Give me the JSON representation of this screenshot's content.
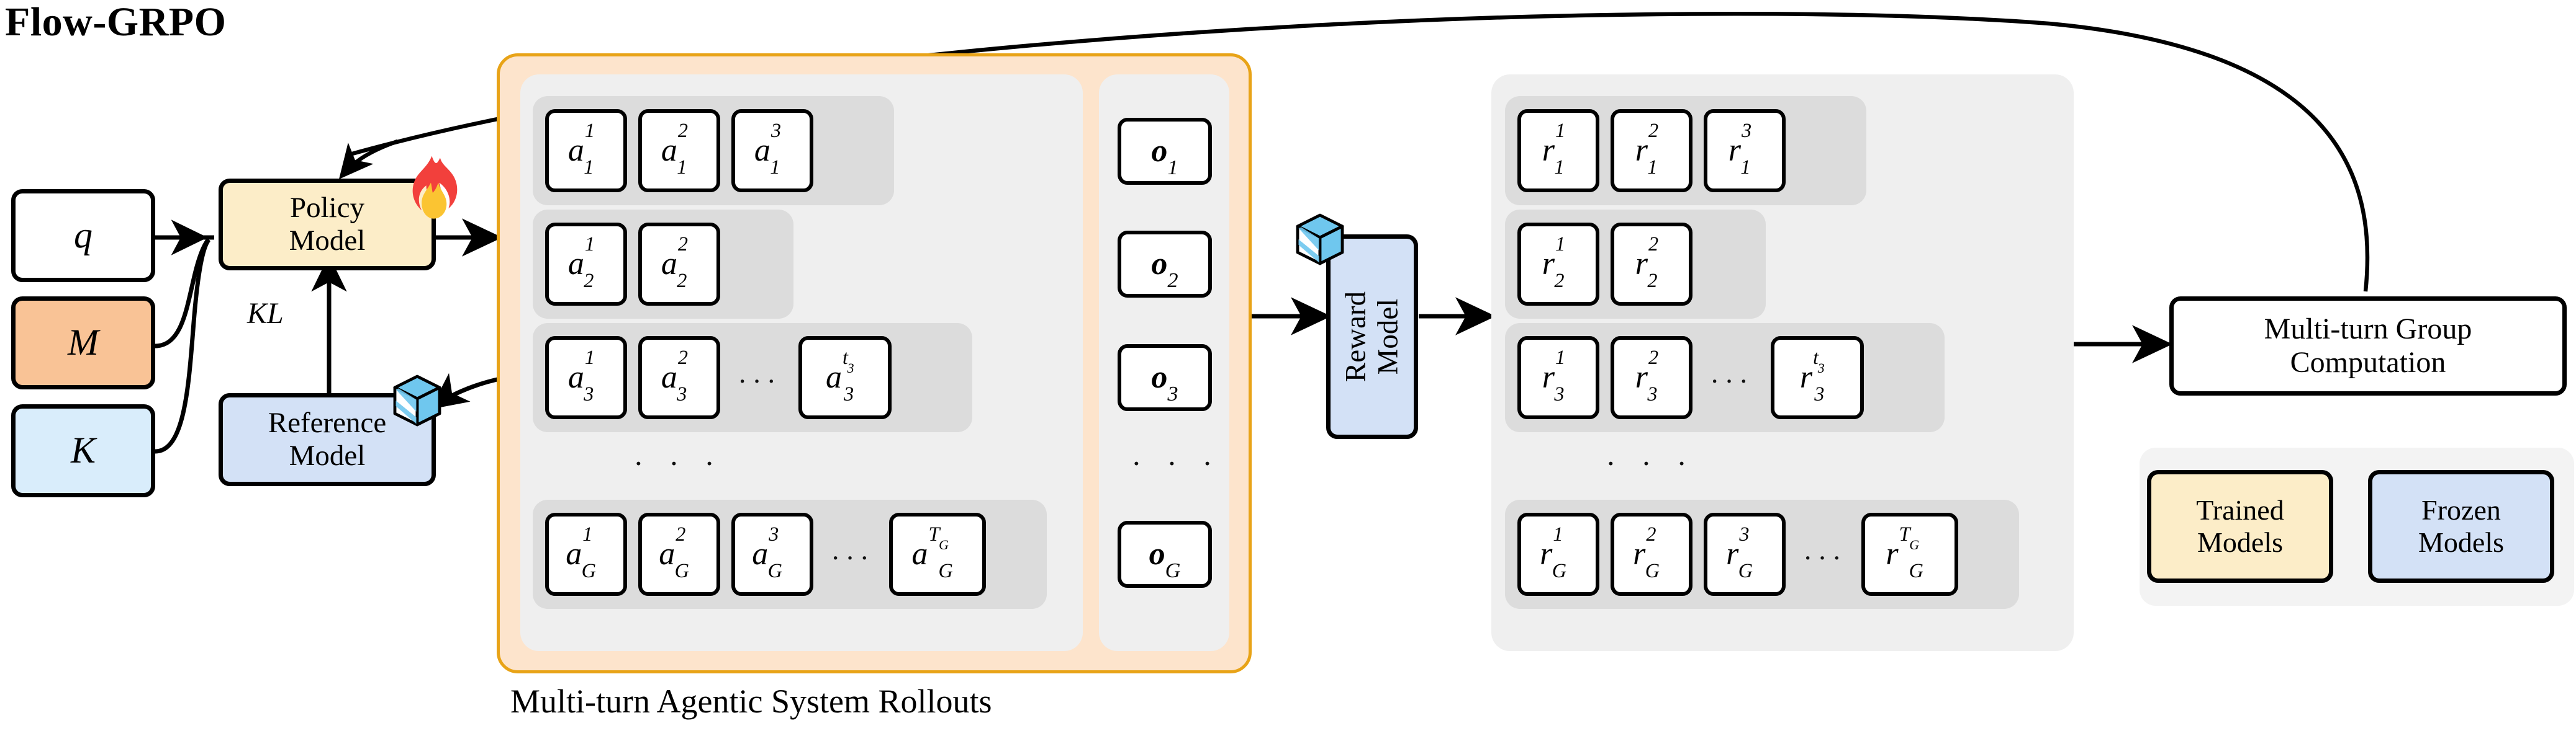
{
  "title": "Flow-GRPO",
  "inputs": [
    {
      "name": "query",
      "label": "q",
      "color": "#ffffff"
    },
    {
      "name": "memory",
      "label": "M",
      "color": "#f9c396"
    },
    {
      "name": "knowledge",
      "label": "K",
      "color": "#d9edfb"
    }
  ],
  "models": {
    "policy": {
      "line1": "Policy",
      "line2": "Model",
      "color": "#fcedc8",
      "icon": "fire-icon"
    },
    "reference": {
      "line1": "Reference",
      "line2": "Model",
      "color": "#d3e1f6",
      "icon": "ice-cube-icon"
    },
    "reward": {
      "line1": "Reward",
      "line2": "Model",
      "color": "#d3e1f6",
      "icon": "ice-cube-icon"
    },
    "group": {
      "line1": "Multi-turn Group",
      "line2": "Computation",
      "color": "#ffffff"
    }
  },
  "kl_label": "KL",
  "rollouts": {
    "caption": "Multi-turn Agentic System Rollouts",
    "panel_color": "#fde4cc",
    "panel_border": "#e8a317",
    "rows": [
      {
        "row": "1",
        "chips": [
          {
            "base": "a",
            "sup": "1",
            "sub": "1"
          },
          {
            "base": "a",
            "sup": "2",
            "sub": "1"
          },
          {
            "base": "a",
            "sup": "3",
            "sub": "1"
          }
        ],
        "ellipsis": false
      },
      {
        "row": "2",
        "chips": [
          {
            "base": "a",
            "sup": "1",
            "sub": "2"
          },
          {
            "base": "a",
            "sup": "2",
            "sub": "2"
          }
        ],
        "ellipsis": false
      },
      {
        "row": "3",
        "chips": [
          {
            "base": "a",
            "sup": "1",
            "sub": "3"
          },
          {
            "base": "a",
            "sup": "2",
            "sub": "3"
          },
          {
            "base": "a",
            "sup": "t",
            "supsub": "3",
            "sub": "3"
          }
        ],
        "ellipsis": true
      },
      {
        "row": "G",
        "chips": [
          {
            "base": "a",
            "sup": "1",
            "sub": "G"
          },
          {
            "base": "a",
            "sup": "2",
            "sub": "G"
          },
          {
            "base": "a",
            "sup": "3",
            "sub": "G"
          },
          {
            "base": "a",
            "sup": "T",
            "supsub": "G",
            "sub": "G"
          }
        ],
        "ellipsis": true
      }
    ],
    "row_ellipsis": "· · ·",
    "inline_ellipsis": "···",
    "outputs": [
      {
        "base": "o",
        "sub": "1"
      },
      {
        "base": "o",
        "sub": "2"
      },
      {
        "base": "o",
        "sub": "3"
      },
      {
        "base": "o",
        "sub": "G"
      }
    ]
  },
  "rewards": {
    "rows": [
      {
        "row": "1",
        "chips": [
          {
            "base": "r",
            "sup": "1",
            "sub": "1"
          },
          {
            "base": "r",
            "sup": "2",
            "sub": "1"
          },
          {
            "base": "r",
            "sup": "3",
            "sub": "1"
          }
        ],
        "ellipsis": false
      },
      {
        "row": "2",
        "chips": [
          {
            "base": "r",
            "sup": "1",
            "sub": "2"
          },
          {
            "base": "r",
            "sup": "2",
            "sub": "2"
          }
        ],
        "ellipsis": false
      },
      {
        "row": "3",
        "chips": [
          {
            "base": "r",
            "sup": "1",
            "sub": "3"
          },
          {
            "base": "r",
            "sup": "2",
            "sub": "3"
          },
          {
            "base": "r",
            "sup": "t",
            "supsub": "3",
            "sub": "3"
          }
        ],
        "ellipsis": true
      },
      {
        "row": "G",
        "chips": [
          {
            "base": "r",
            "sup": "1",
            "sub": "G"
          },
          {
            "base": "r",
            "sup": "2",
            "sub": "G"
          },
          {
            "base": "r",
            "sup": "3",
            "sub": "G"
          },
          {
            "base": "r",
            "sup": "T",
            "supsub": "G",
            "sub": "G"
          }
        ],
        "ellipsis": true
      }
    ],
    "row_ellipsis": "· · ·",
    "inline_ellipsis": "···"
  },
  "legend": {
    "trained": {
      "line1": "Trained",
      "line2": "Models",
      "color": "#fcedc8"
    },
    "frozen": {
      "line1": "Frozen",
      "line2": "Models",
      "color": "#d3e1f6"
    }
  }
}
